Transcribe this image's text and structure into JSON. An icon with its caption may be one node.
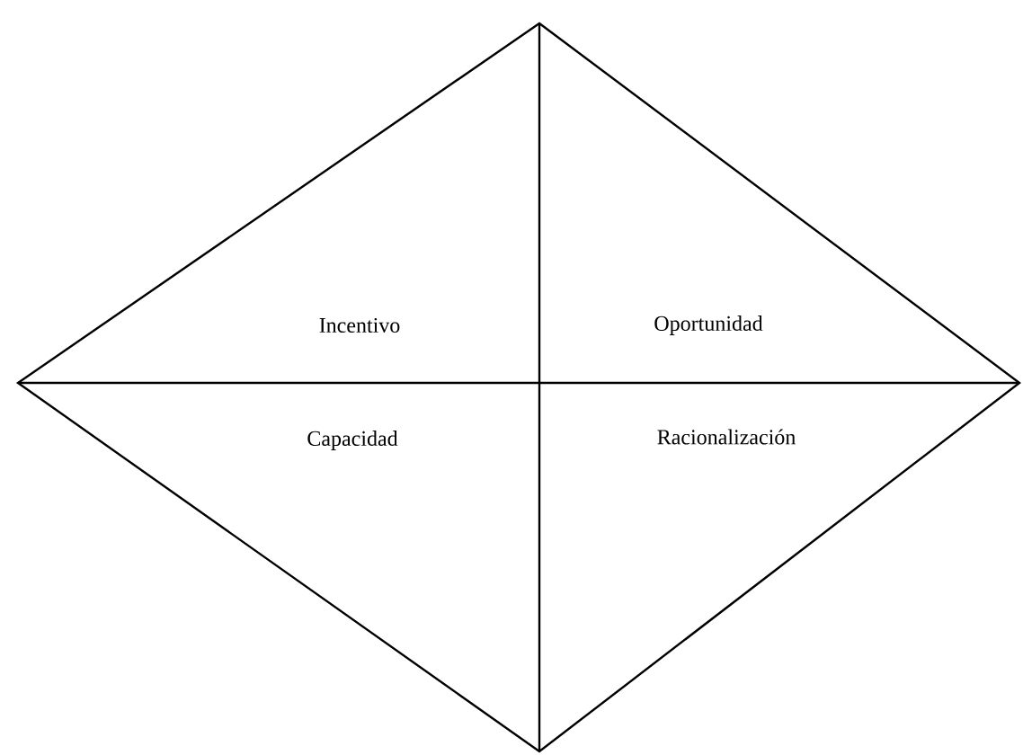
{
  "diagram": {
    "nodes": [
      {
        "text": [
          "Incentivo",
          "Oportunidad",
          "Capacidad",
          "Racionalización"
        ]
      }
    ]
  }
}
